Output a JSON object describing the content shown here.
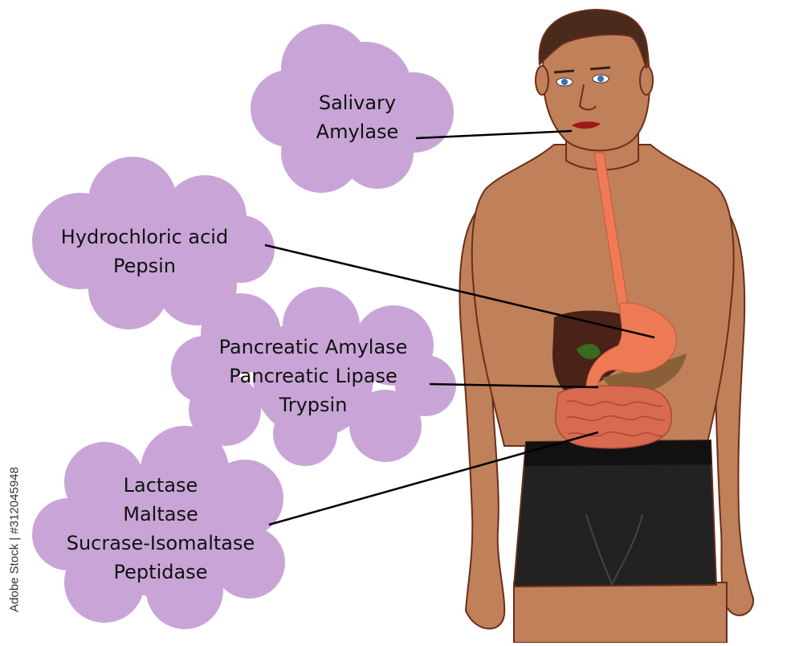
{
  "labels": {
    "mouth": [
      "Salivary",
      "Amylase"
    ],
    "stomach": [
      "Hydrochloric acid",
      "Pepsin"
    ],
    "pancreas": [
      "Pancreatic Amylase",
      "Pancreatic Lipase",
      "Trypsin"
    ],
    "small_intestine": [
      "Lactase",
      "Maltase",
      "Sucrase-Isomaltase",
      "Peptidase"
    ]
  },
  "watermark": {
    "side_id": "Adobe Stock | #312045948"
  },
  "colors": {
    "cloud": "#c8a5d6",
    "skin": "#c0805a",
    "skin_outline": "#6b2e1a",
    "hair": "#4a2a1a",
    "shorts": "#222222",
    "esophagus": "#f07a55",
    "stomach": "#ee7a55",
    "liver": "#4a2218",
    "intestine": "#d86a50",
    "pointer_line": "#000000"
  }
}
